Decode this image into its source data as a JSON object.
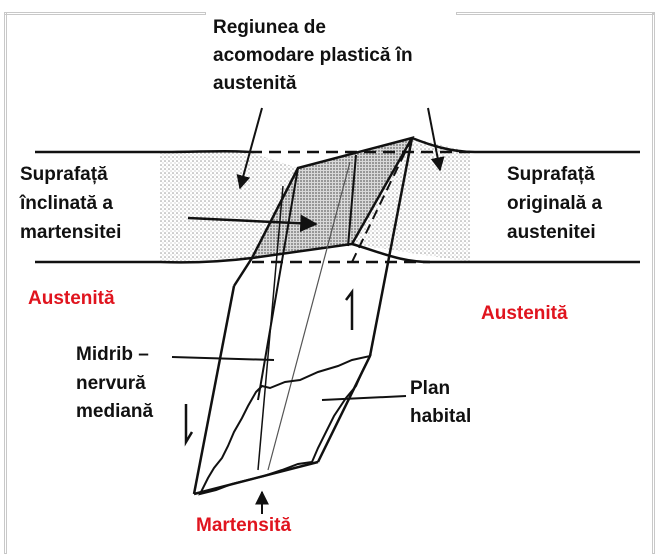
{
  "labels": {
    "plastic_region": [
      "Regiunea de",
      "acomodare plastică în",
      "austenită"
    ],
    "tilted_surface": [
      "Suprafață",
      "înclinată a",
      "martensitei"
    ],
    "original_surface": [
      "Suprafață",
      "originală a",
      "austenitei"
    ],
    "austenite_left": "Austenită",
    "austenite_right": "Austenită",
    "midrib": [
      "Midrib –",
      "nervură",
      "mediană"
    ],
    "habit_plane": [
      "Plan",
      "habital"
    ],
    "martensite": "Martensită"
  },
  "colors": {
    "red_label": "#e0141e",
    "line": "#111111",
    "stipple": "#c9c9c9"
  }
}
